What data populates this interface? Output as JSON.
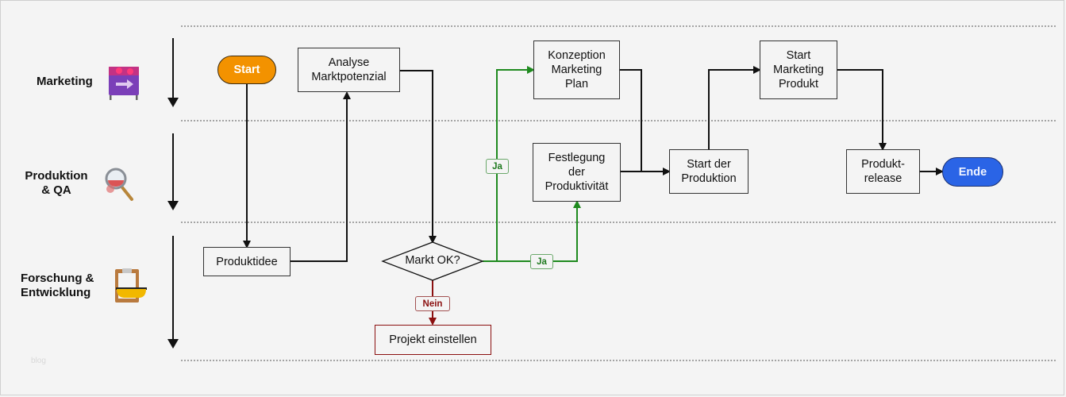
{
  "lanes": [
    {
      "label": "Marketing",
      "icon": "sign-board-icon"
    },
    {
      "label": "Produktion\n& QA",
      "label_line1": "Produktion",
      "label_line2": "& QA",
      "icon": "magnifier-icon"
    },
    {
      "label": "Forschung &\nEntwicklung",
      "label_line1": "Forschung &",
      "label_line2": "Entwicklung",
      "icon": "clipboard-icon"
    }
  ],
  "nodes": {
    "start": "Start",
    "analyse": "Analyse\nMarktpotenzial",
    "produktidee": "Produktidee",
    "markt_ok": "Markt OK?",
    "projekt_einstellen": "Projekt einstellen",
    "konzeption": "Konzeption\nMarketing\nPlan",
    "festlegung": "Festlegung\nder\nProduktivität",
    "start_produktion": "Start der\nProduktion",
    "start_marketing": "Start\nMarketing\nProdukt",
    "produktrelease": "Produkt-\nrelease",
    "ende": "Ende"
  },
  "edge_labels": {
    "ja_upper": "Ja",
    "ja_lower": "Ja",
    "nein": "Nein"
  },
  "colors": {
    "start": "#f39200",
    "ende": "#2a64e6",
    "yes": "#1f8a1f",
    "no": "#8b1010",
    "line": "#111111"
  },
  "watermark": "blog"
}
